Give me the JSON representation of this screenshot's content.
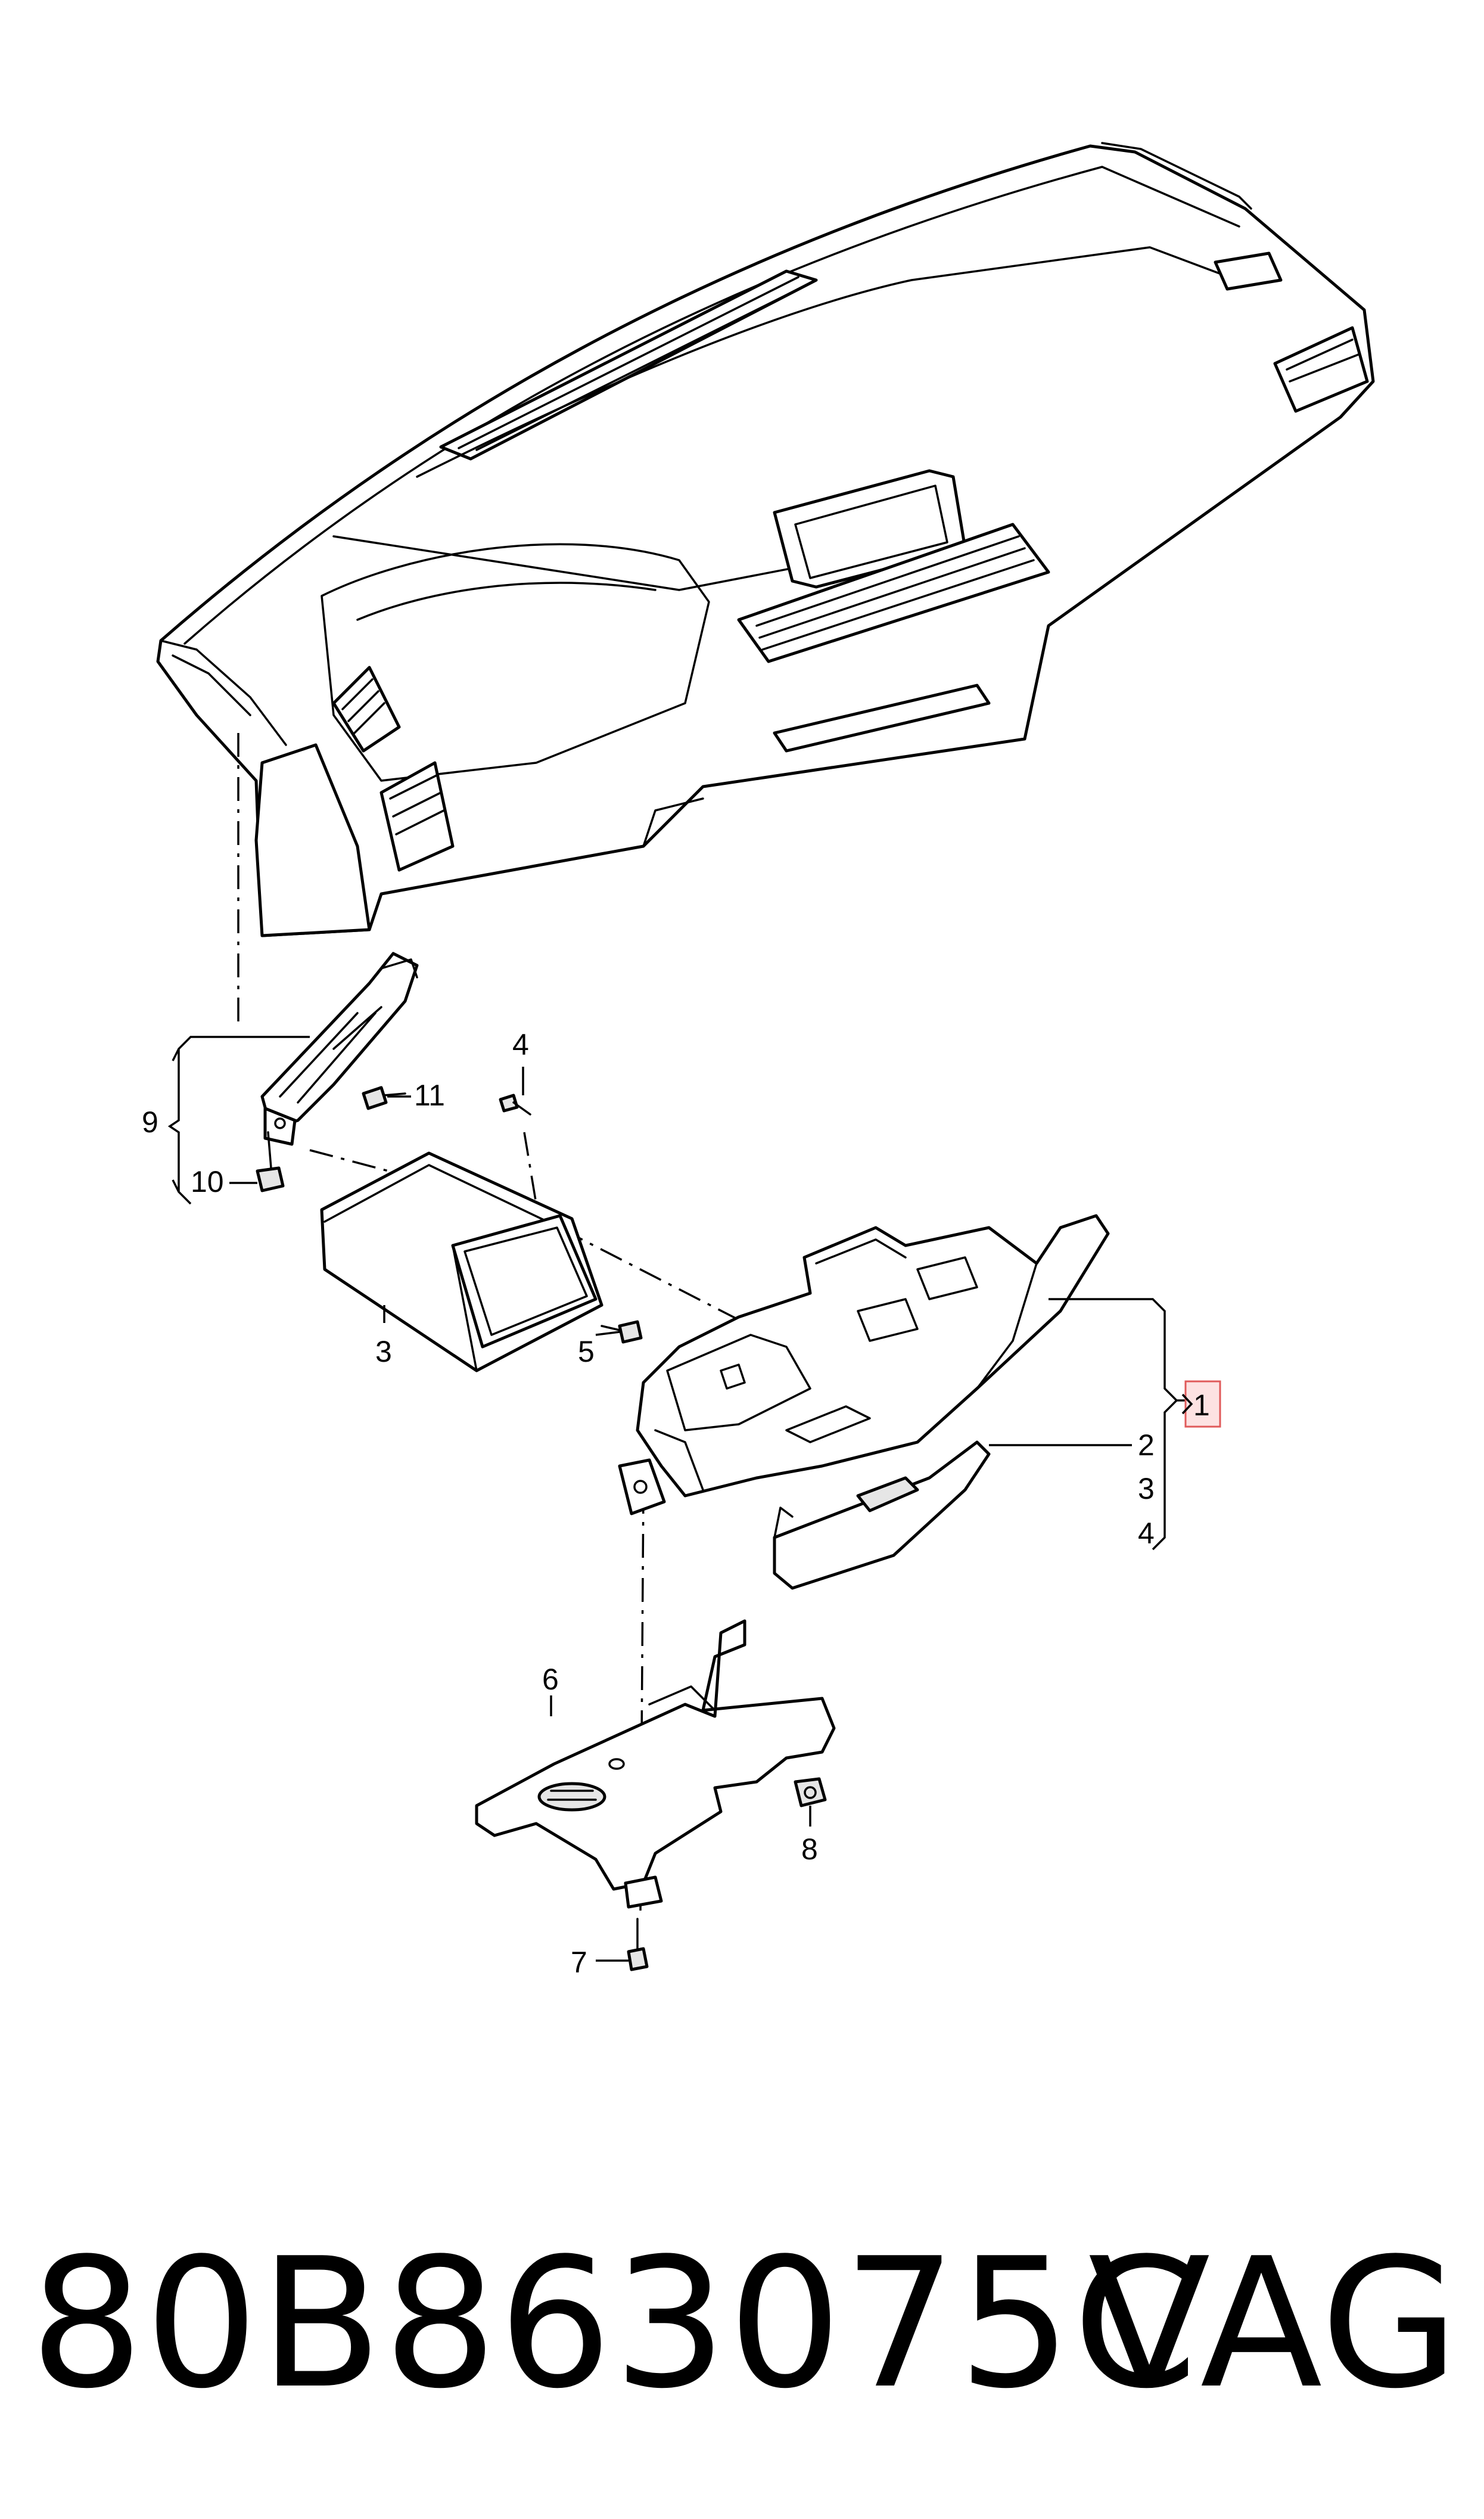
{
  "callouts": {
    "c1": "1",
    "c2": "2",
    "c3a": "3",
    "c3b": "3",
    "c4a": "4",
    "c4b": "4",
    "c5": "5",
    "c6": "6",
    "c7": "7",
    "c8": "8",
    "c9": "9",
    "c10": "10",
    "c11": "11"
  },
  "footer": {
    "part_number": "80B863075C",
    "brand": "VAG"
  },
  "colors": {
    "highlight_fill": "#fde2e2",
    "highlight_stroke": "#e05a5a"
  }
}
